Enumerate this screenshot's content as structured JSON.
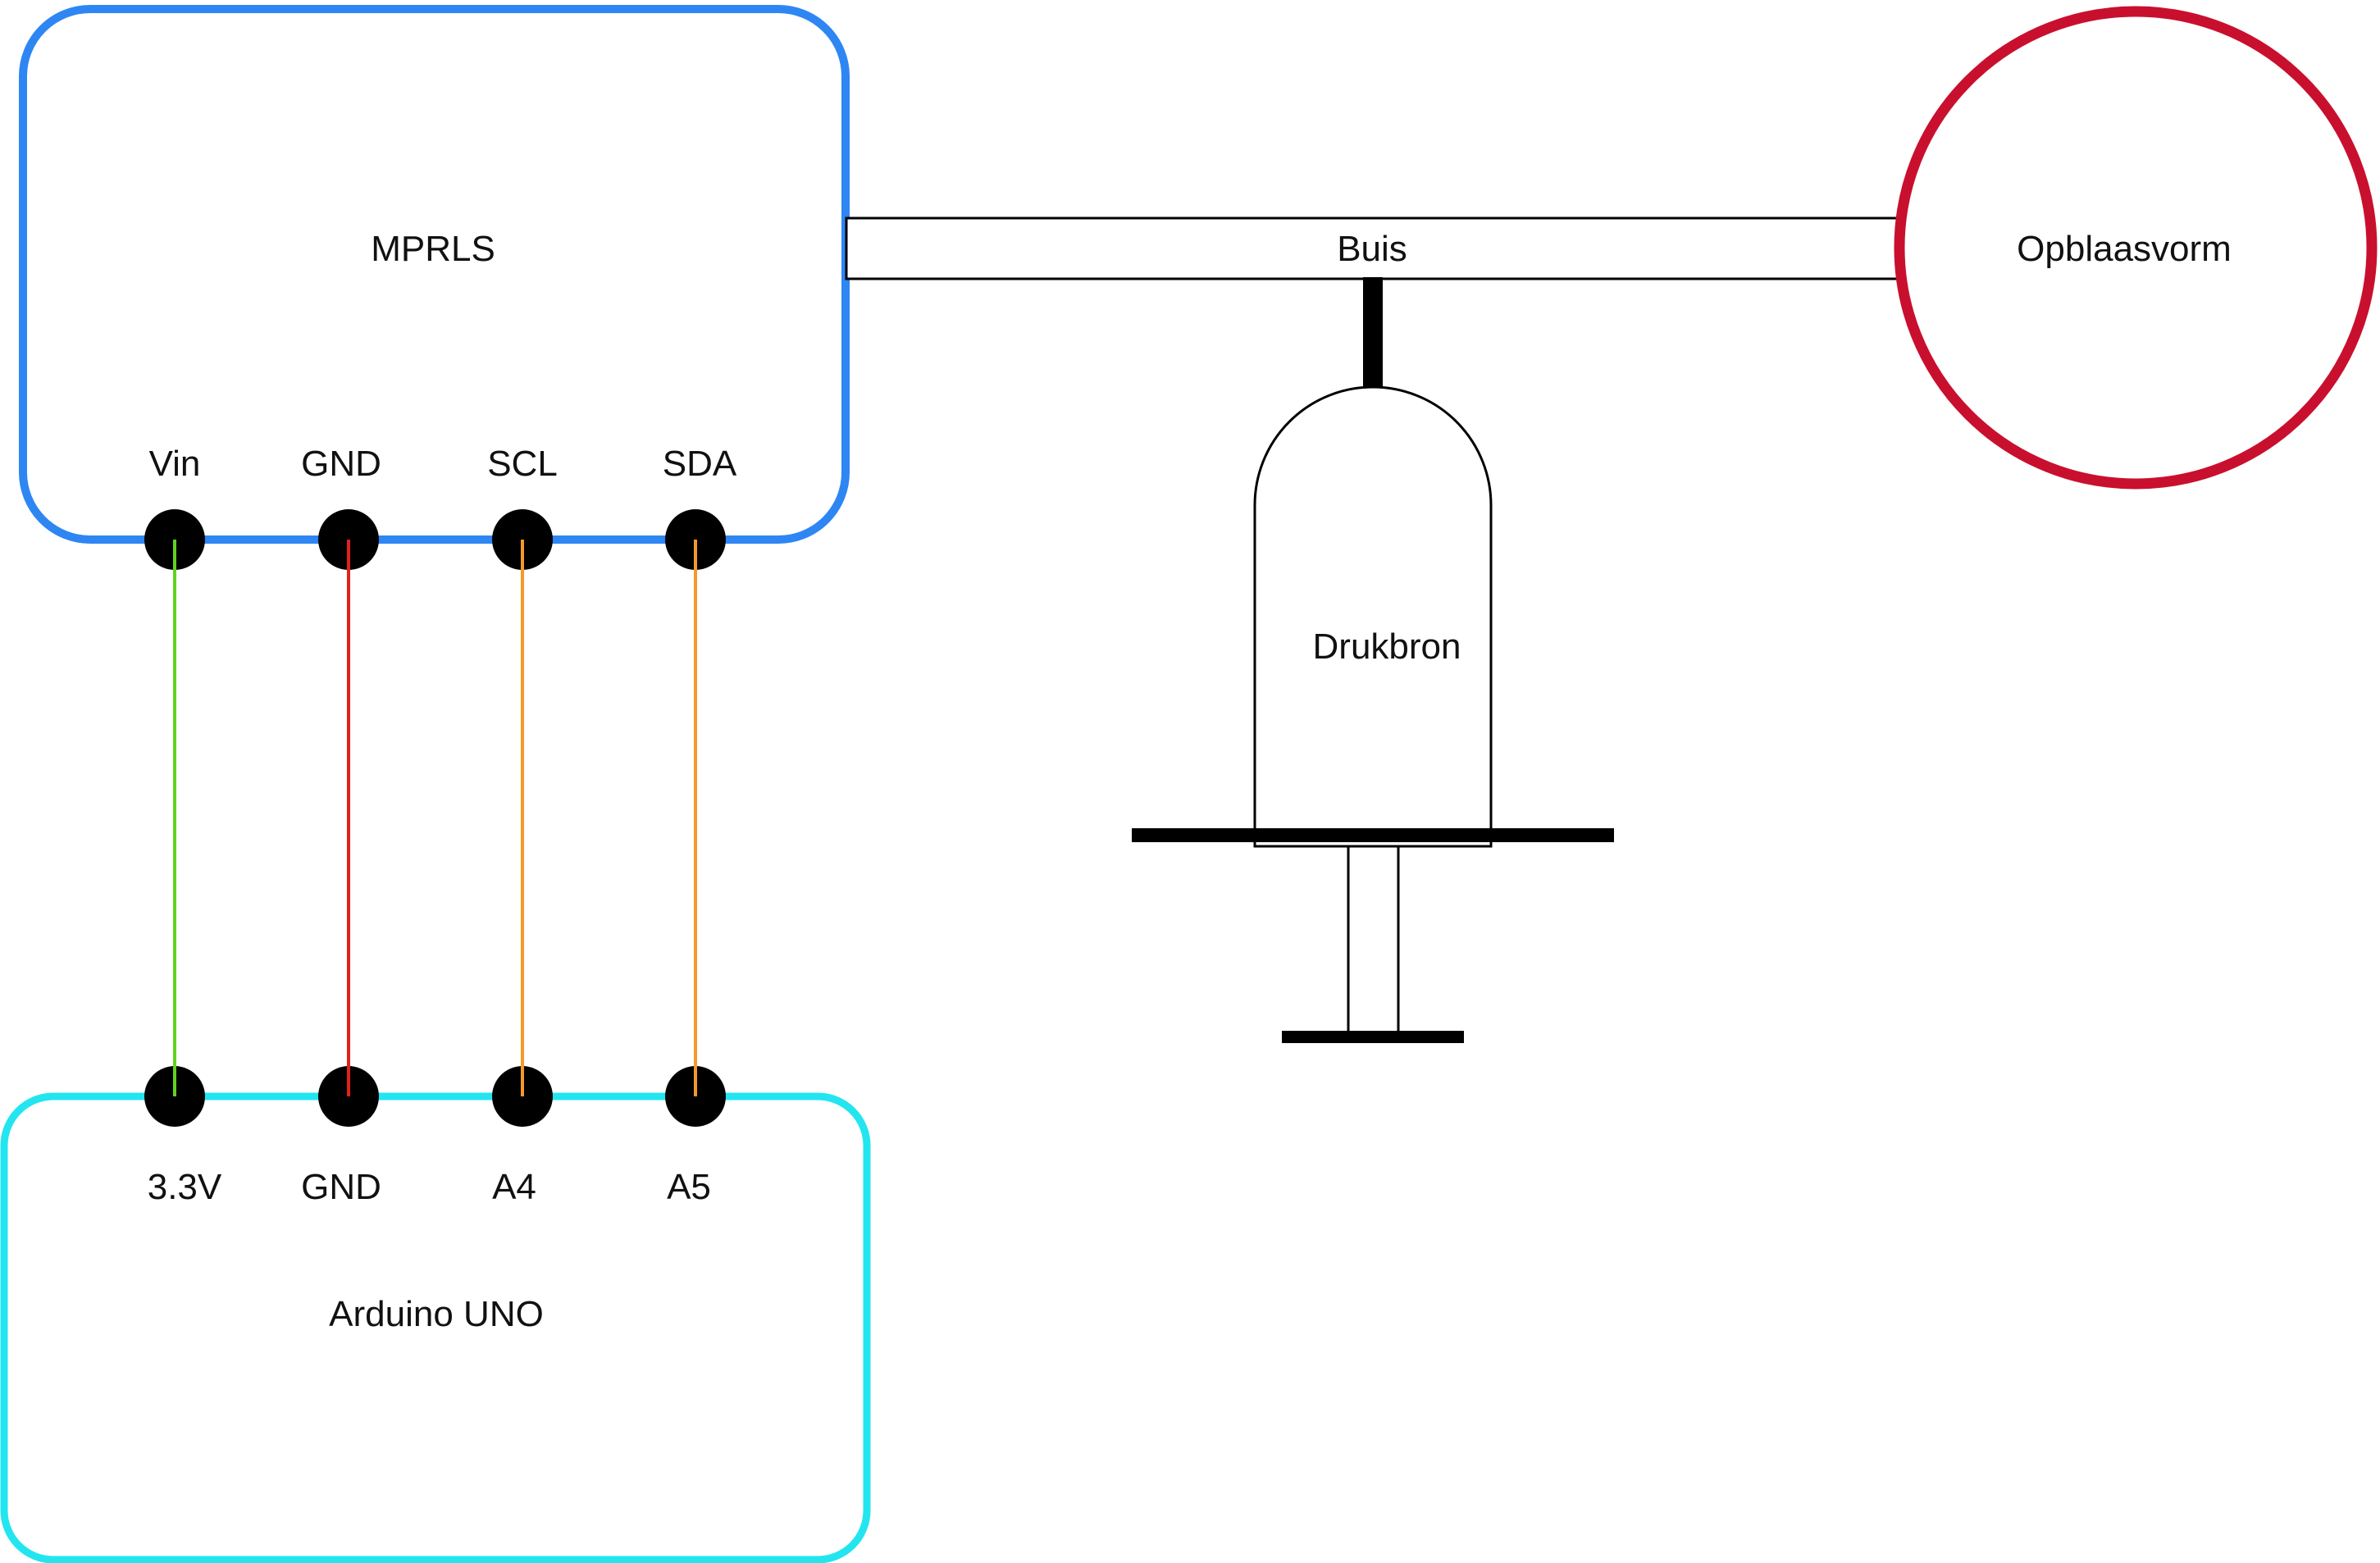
{
  "colors": {
    "mprls_border": "#2e86f3",
    "arduino_border": "#22e5f0",
    "balloon": "#c8102e",
    "outline": "#000000",
    "pin": "#000000",
    "wires": {
      "vin": "#5fd41f",
      "gnd": "#e3201b",
      "scl": "#f39a2b",
      "sda": "#f39a2b"
    }
  },
  "mprls": {
    "label": "MPRLS",
    "pins": [
      "Vin",
      "GND",
      "SCL",
      "SDA"
    ]
  },
  "arduino": {
    "label": "Arduino UNO",
    "pins": [
      "3.3V",
      "GND",
      "A4",
      "A5"
    ]
  },
  "tube": {
    "label": "Buis"
  },
  "balloon": {
    "label": "Opblaasvorm"
  },
  "syringe": {
    "label": "Drukbron"
  }
}
